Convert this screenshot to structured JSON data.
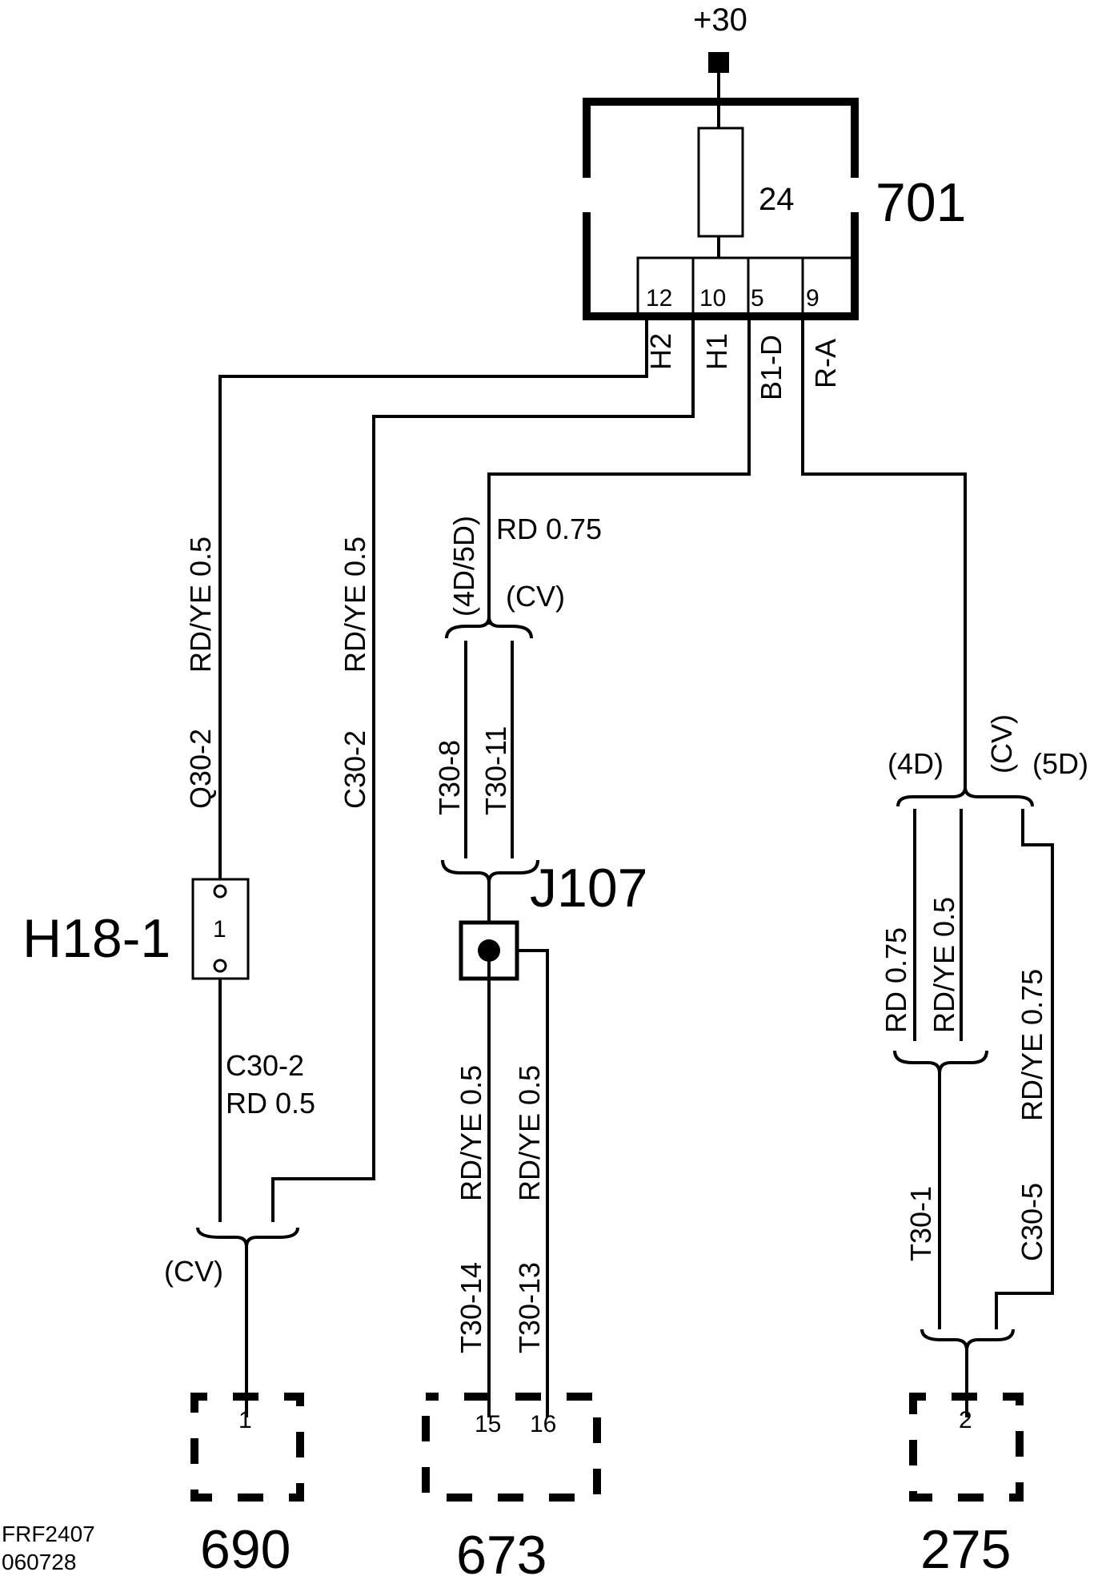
{
  "supply": {
    "label": "+30"
  },
  "fuse_box": {
    "id": "701",
    "fuse": "24",
    "pins": [
      "12",
      "10",
      "5",
      "9"
    ],
    "pin_labels": [
      "H2",
      "H1",
      "B1-D",
      "R-A"
    ]
  },
  "wires": {
    "q30": {
      "name": "Q30-2",
      "spec": "RD/YE  0.5"
    },
    "c30_left": {
      "name": "C30-2",
      "spec": "RD/YE  0.5"
    },
    "b1d": {
      "spec": "RD  0.75",
      "variant_left": "(4D/5D)",
      "variant_right": "(CV)"
    },
    "t30_8": {
      "name": "T30-8"
    },
    "t30_11": {
      "name": "T30-11"
    },
    "t30_14": {
      "name": "T30-14",
      "spec": "RD/YE  0.5"
    },
    "t30_13": {
      "name": "T30-13",
      "spec": "RD/YE  0.5"
    },
    "c30_lower": {
      "name": "C30-2",
      "spec": "RD  0.5"
    },
    "ra_4d": {
      "label": "(4D)"
    },
    "ra_cv": {
      "label": "(CV)"
    },
    "ra_5d": {
      "label": "(5D)"
    },
    "rd075": {
      "spec": "RD 0.75"
    },
    "rdye05": {
      "spec": "RD/YE  0.5"
    },
    "rdye075": {
      "spec": "RD/YE  0.75"
    },
    "t30_1": {
      "name": "T30-1"
    },
    "c30_5": {
      "name": "C30-5"
    },
    "cv_left": {
      "label": "(CV)"
    }
  },
  "connectors": {
    "h18": {
      "id": "H18-1",
      "pin": "1"
    },
    "j107": {
      "id": "J107"
    }
  },
  "components": [
    {
      "id": "690",
      "pins": [
        "1"
      ]
    },
    {
      "id": "673",
      "pins": [
        "15",
        "16"
      ]
    },
    {
      "id": "275",
      "pins": [
        "2"
      ]
    }
  ],
  "footer": {
    "code": "FRF2407",
    "date": "060728"
  }
}
